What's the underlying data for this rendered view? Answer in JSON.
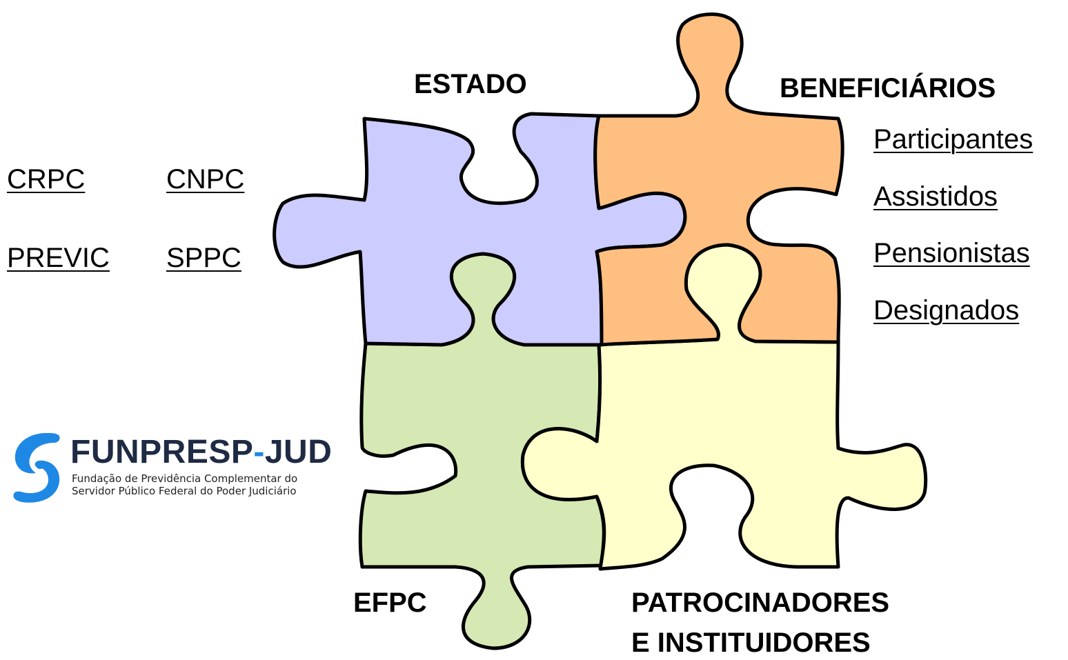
{
  "diagram": {
    "pieces": [
      {
        "id": "estado",
        "label": "ESTADO",
        "fill": "#CCCCFF"
      },
      {
        "id": "beneficiarios",
        "label": "BENEFICIÁRIOS",
        "fill": "#FFBF80"
      },
      {
        "id": "efpc",
        "label": "EFPC",
        "fill": "#D6E8B4"
      },
      {
        "id": "patrocinadores",
        "label_lines": [
          "PATROCINADORES",
          "E INSTITUIDORES"
        ],
        "fill": "#FFFFCC"
      }
    ],
    "stroke_color": "#000000"
  },
  "estado_links": [
    "CRPC",
    "CNPC",
    "PREVIC",
    "SPPC"
  ],
  "beneficiarios_links": [
    "Participantes",
    "Assistidos",
    "Pensionistas",
    "Designados"
  ],
  "logo": {
    "name_part1": "FUNPRESP",
    "name_sep": "-",
    "name_part2": "JUD",
    "tagline_line1": "Fundação de Previdência Complementar do",
    "tagline_line2": "Servidor Público Federal do Poder Judiciário",
    "color_primary": "#1F2A44",
    "color_accent": "#1E88E5"
  }
}
